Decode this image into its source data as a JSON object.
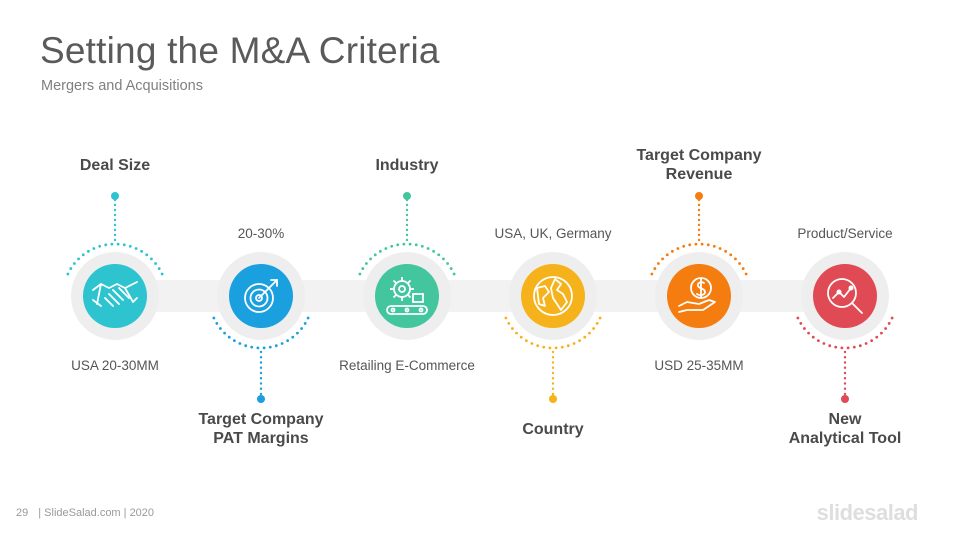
{
  "slide": {
    "title": "Setting the M&A Criteria",
    "subtitle": "Mergers and Acquisitions"
  },
  "steps": [
    {
      "heading": "Deal Size",
      "text": "USA 20-30MM",
      "color": "#2ec4cf",
      "icon": "handshake-icon"
    },
    {
      "heading": "Target Company\nPAT Margins",
      "text": "20-30%",
      "color": "#1a9fdf",
      "icon": "target-icon"
    },
    {
      "heading": "Industry",
      "text": "Retailing E-Commerce",
      "color": "#43c59e",
      "icon": "gear-conveyor-icon"
    },
    {
      "heading": "Country",
      "text": "USA, UK, Germany",
      "color": "#f5b21b",
      "icon": "globe-icon"
    },
    {
      "heading": "Target Company\nRevenue",
      "text": "USD 25-35MM",
      "color": "#f57c0f",
      "icon": "dollar-hand-icon"
    },
    {
      "heading": "New\nAnalytical Tool",
      "text": "Product/Service",
      "color": "#e04a55",
      "icon": "analytics-icon"
    }
  ],
  "footer": {
    "page_number": "29",
    "source": "| SlideSalad.com | 2020",
    "brand": "slidesalad"
  }
}
